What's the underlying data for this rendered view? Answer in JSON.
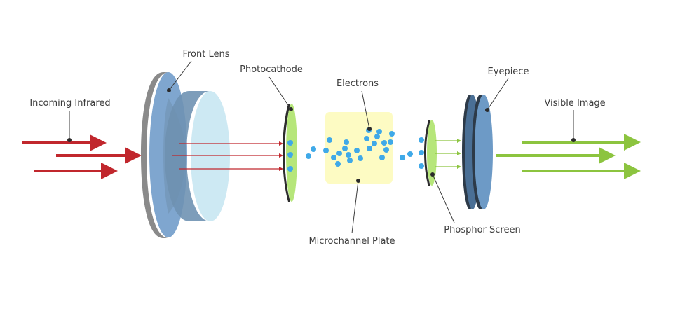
{
  "labels": {
    "incoming_infrared": "Incoming Infrared",
    "front_lens": "Front Lens",
    "photocathode": "Photocathode",
    "electrons": "Electrons",
    "microchannel_plate": "Microchannel Plate",
    "phosphor_screen": "Phosphor Screen",
    "eyepiece": "Eyepiece",
    "visible_image": "Visible Image"
  },
  "colors": {
    "infrared": "#c1272d",
    "visible": "#8cc43f",
    "electron": "#3fa9e8",
    "lens_blue": "#7fa6cf",
    "lens_grey": "#8a8a8a",
    "lens_light": "#cde9f3",
    "lens_mid": "#6f92b2",
    "photocathode": "#b6e67a",
    "mcp": "#fdfbc3",
    "eyepiece": "#5e8dbc",
    "eyepiece_dark": "#4a6f95"
  }
}
